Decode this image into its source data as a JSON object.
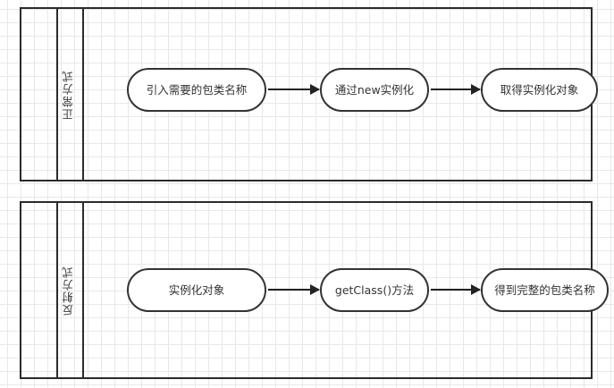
{
  "diagram": {
    "type": "swimlane-flowchart",
    "title": "",
    "lanes": [
      {
        "id": "lane-normal",
        "label": "正常方式",
        "steps": [
          {
            "id": "step-import-package",
            "label": "引入需要的包类名称"
          },
          {
            "id": "step-new-instance",
            "label": "通过new实例化"
          },
          {
            "id": "step-get-instance",
            "label": "取得实例化对象"
          }
        ],
        "connectors": [
          {
            "id": "arrow-1",
            "from": "step-import-package",
            "to": "step-new-instance"
          },
          {
            "id": "arrow-2",
            "from": "step-new-instance",
            "to": "step-get-instance"
          }
        ]
      },
      {
        "id": "lane-reflection",
        "label": "反射方式",
        "steps": [
          {
            "id": "step-instance-object",
            "label": "实例化对象"
          },
          {
            "id": "step-getclass-method",
            "label": "getClass()方法"
          },
          {
            "id": "step-full-package-name",
            "label": "得到完整的包类名称"
          }
        ],
        "connectors": [
          {
            "id": "arrow-3",
            "from": "step-instance-object",
            "to": "step-getclass-method"
          },
          {
            "id": "arrow-4",
            "from": "step-getclass-method",
            "to": "step-full-package-name"
          }
        ]
      }
    ],
    "colors": {
      "node_border": "#333333",
      "node_fill": "#ffffff",
      "lane_border": "#2b2b2b",
      "connector": "#222222",
      "grid": "#e8e8e8",
      "canvas": "#ffffff",
      "text": "#333333"
    }
  }
}
